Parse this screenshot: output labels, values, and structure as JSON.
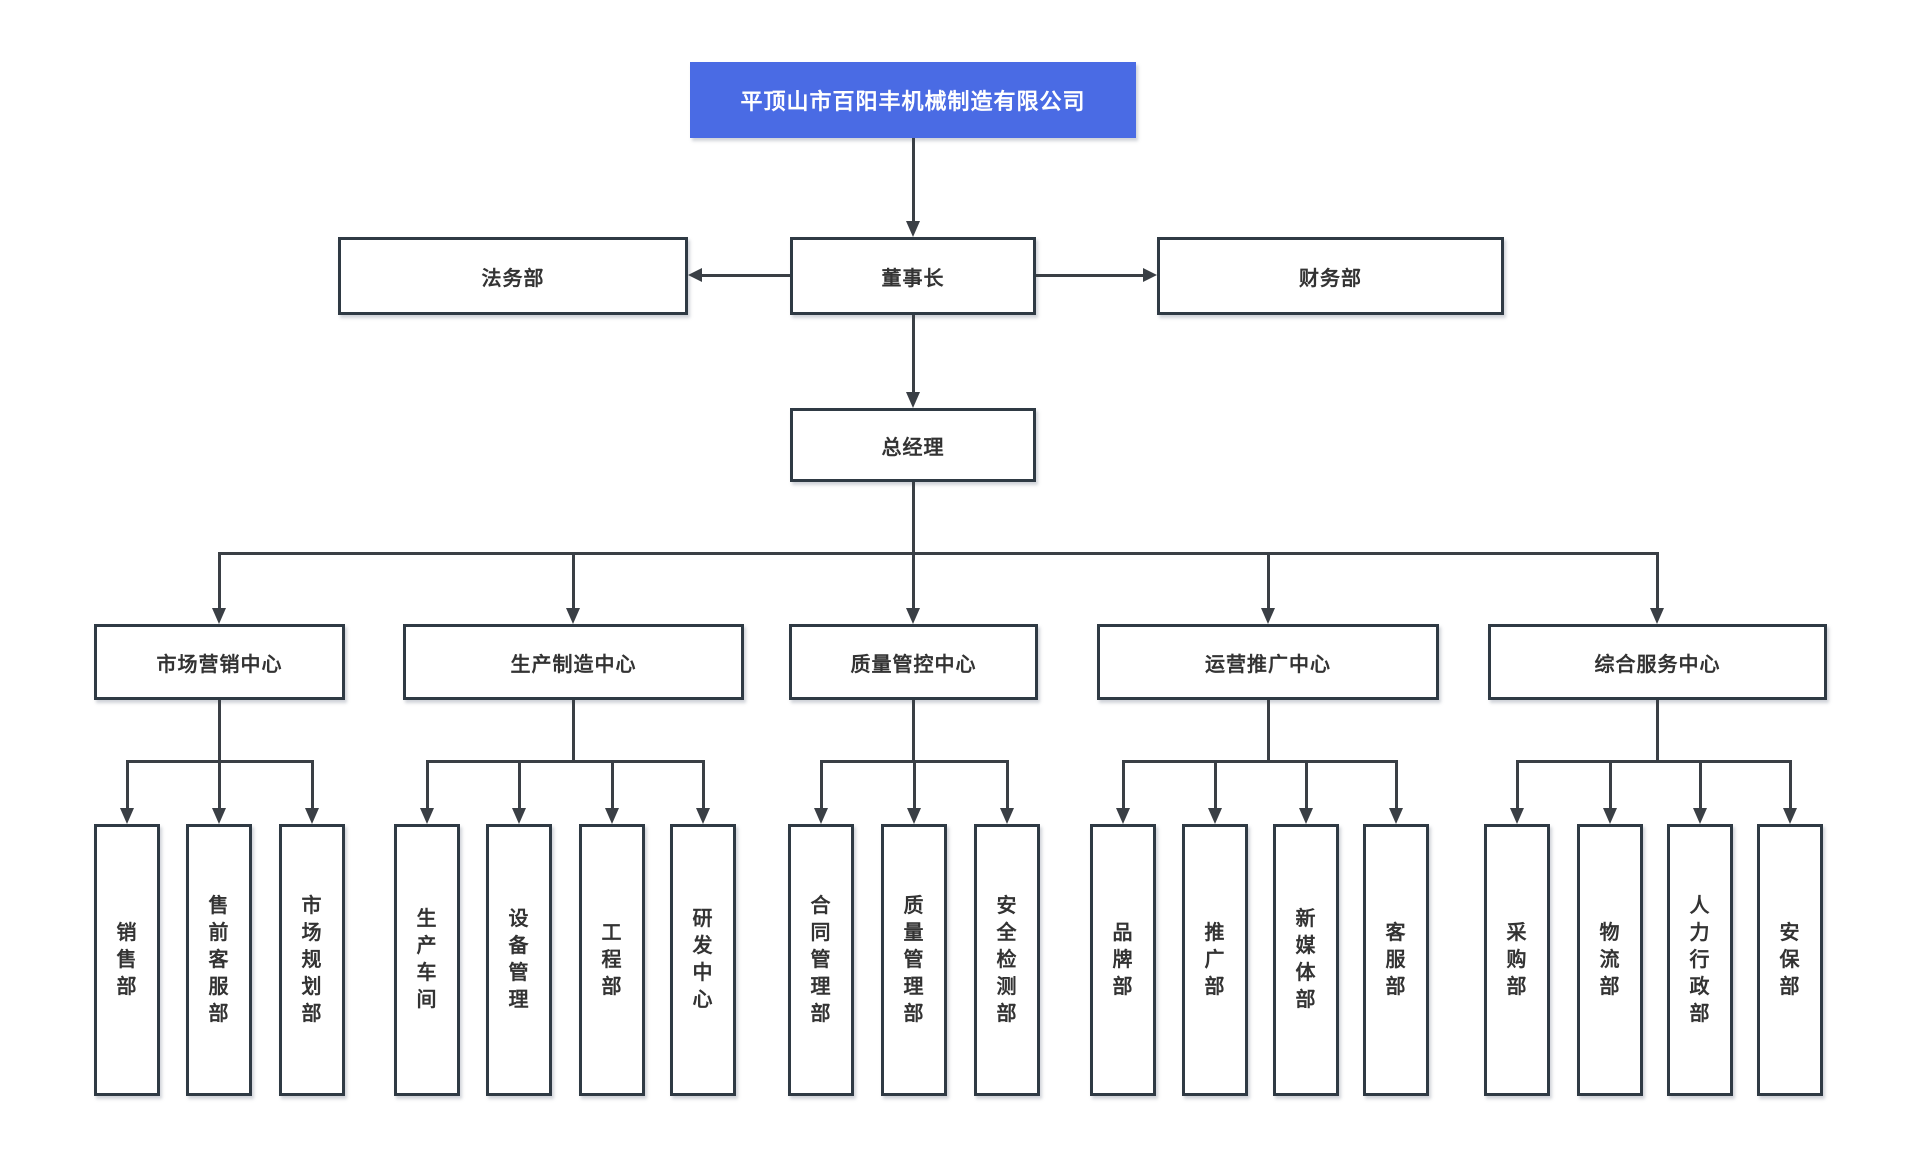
{
  "colors": {
    "page_bg": "#ffffff",
    "accent_blue": "#4a6be4",
    "box_fill": "#ffffff",
    "box_border": "#2f3a44",
    "connector": "#3a3f45",
    "text": "#333333"
  },
  "org": {
    "company": "平顶山市百阳丰机械制造有限公司",
    "chairman": "董事长",
    "legal": "法务部",
    "finance": "财务部",
    "general_manager": "总经理",
    "centers": [
      {
        "label": "市场营销中心",
        "departments": [
          "销售部",
          "售前客服部",
          "市场规划部"
        ]
      },
      {
        "label": "生产制造中心",
        "departments": [
          "生产车间",
          "设备管理",
          "工程部",
          "研发中心"
        ]
      },
      {
        "label": "质量管控中心",
        "departments": [
          "合同管理部",
          "质量管理部",
          "安全检测部"
        ]
      },
      {
        "label": "运营推广中心",
        "departments": [
          "品牌部",
          "推广部",
          "新媒体部",
          "客服部"
        ]
      },
      {
        "label": "综合服务中心",
        "departments": [
          "采购部",
          "物流部",
          "人力行政部",
          "安保部"
        ]
      }
    ]
  }
}
